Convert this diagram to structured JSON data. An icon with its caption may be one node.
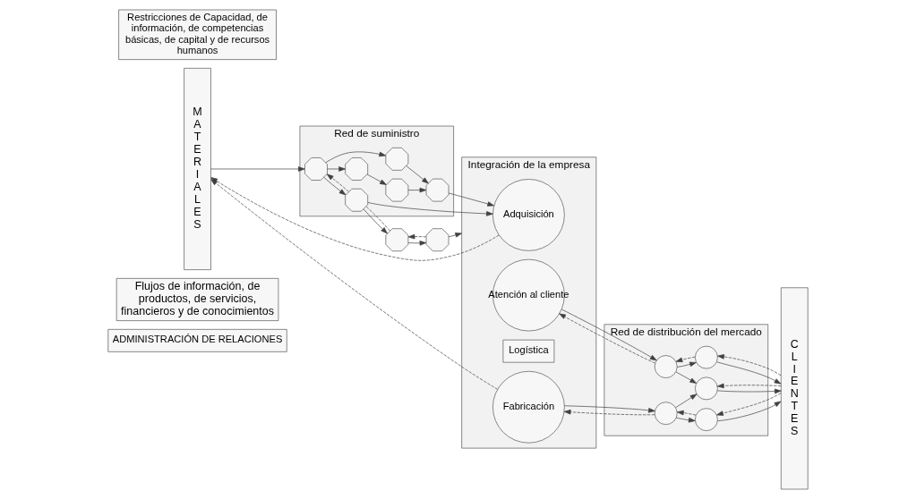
{
  "diagram": {
    "nodes": [
      {
        "text": [
          "ADMINISTRACIÓN DE RELACIONES"
        ]
      },
      {
        "text": [
          "Flujos de información, de productos, de servicios, financieros y de conocimientos"
        ]
      },
      {
        "text": [
          "M A T E R I A L E S"
        ]
      },
      {
        "text": [
          "Red de suministro"
        ]
      },
      {
        "text": [
          "Integración de la empresa"
        ]
      },
      {
        "text": [
          "Red de distribución del mercado"
        ]
      },
      {
        "text": [
          "C L I E N T E S"
        ]
      },
      {
        "text": [],
        "shape": "octagon",
        "in": 3
      },
      {
        "text": [],
        "shape": "octagon",
        "in": 3
      },
      {
        "text": [],
        "shape": "octagon",
        "in": 3
      },
      {
        "text": [],
        "shape": "octagon",
        "in": 3
      },
      {
        "text": [],
        "shape": "octagon",
        "in": 3
      },
      {
        "text": [],
        "shape": "octagon",
        "in": 3
      },
      {
        "text": [],
        "shape": "octagon"
      },
      {
        "text": [],
        "shape": "octagon"
      },
      {
        "text": [
          "Adquisición"
        ],
        "in": 4
      },
      {
        "text": [
          "Atención al cliente"
        ],
        "in": 4
      },
      {
        "text": [
          "Logística"
        ],
        "in": 4
      },
      {
        "text": [
          "Fabricación"
        ],
        "in": 4
      },
      {
        "text": [],
        "shape": "circle",
        "in": 5
      },
      {
        "text": [],
        "shape": "circle",
        "in": 5
      },
      {
        "text": [],
        "shape": "circle",
        "in": 5
      },
      {
        "text": [],
        "shape": "circle",
        "in": 5
      },
      {
        "text": [],
        "shape": "circle",
        "in": 5
      },
      {
        "text": [
          "Restricciones de Capacidad, de información, de competencias básicas, de capital y de recursos humanos"
        ]
      }
    ],
    "edges": [
      {
        "from": 2,
        "to": 11,
        "arrow": "to"
      },
      {
        "from": 11,
        "to": 7,
        "arrow": "to"
      },
      {
        "from": 7,
        "to": 8,
        "arrow": "to"
      },
      {
        "from": 8,
        "to": 9,
        "arrow": "to"
      },
      {
        "from": 11,
        "to": 10,
        "arrow": "to"
      },
      {
        "from": 10,
        "to": 9,
        "arrow": "to"
      },
      {
        "from": 11,
        "to": 12,
        "arrow": "to"
      },
      {
        "from": 12,
        "to": 11,
        "arrow": "to",
        "style": "dashed"
      },
      {
        "from": 13,
        "to": 12,
        "arrow": "none",
        "style": "dashed"
      },
      {
        "from": 12,
        "to": 13,
        "arrow": "to"
      },
      {
        "from": 13,
        "to": 14,
        "arrow": "to"
      },
      {
        "from": 14,
        "to": 13,
        "arrow": "to",
        "style": "dashed"
      },
      {
        "from": 9,
        "to": 15,
        "arrow": "to"
      },
      {
        "from": 12,
        "to": 15,
        "arrow": "to"
      },
      {
        "from": 14,
        "to": 4,
        "arrow": "to"
      },
      {
        "from": 15,
        "to": 2,
        "arrow": "to",
        "style": "dashed"
      },
      {
        "from": 18,
        "to": 2,
        "arrow": "to",
        "style": "dashed"
      },
      {
        "from": 16,
        "to": 19,
        "arrow": "to"
      },
      {
        "from": 19,
        "to": 16,
        "arrow": "to",
        "style": "dashed"
      },
      {
        "from": 18,
        "to": 22,
        "arrow": "to"
      },
      {
        "from": 22,
        "to": 18,
        "arrow": "to",
        "style": "dashed"
      },
      {
        "from": 19,
        "to": 20,
        "arrow": "to"
      },
      {
        "from": 19,
        "to": 21,
        "arrow": "to"
      },
      {
        "from": 22,
        "to": 21,
        "arrow": "to"
      },
      {
        "from": 22,
        "to": 23,
        "arrow": "to"
      },
      {
        "from": 20,
        "to": 19,
        "arrow": "to",
        "style": "dashed"
      },
      {
        "from": 23,
        "to": 22,
        "arrow": "to",
        "style": "dashed"
      },
      {
        "from": 20,
        "to": 6,
        "arrow": "to"
      },
      {
        "from": 6,
        "to": 20,
        "arrow": "to",
        "style": "dashed"
      },
      {
        "from": 6,
        "to": 21,
        "arrow": "to",
        "style": "dashed"
      },
      {
        "from": 21,
        "to": 6,
        "arrow": "to"
      },
      {
        "from": 6,
        "to": 23,
        "arrow": "to",
        "style": "dashed"
      },
      {
        "from": 23,
        "to": 6,
        "arrow": "to"
      }
    ]
  }
}
